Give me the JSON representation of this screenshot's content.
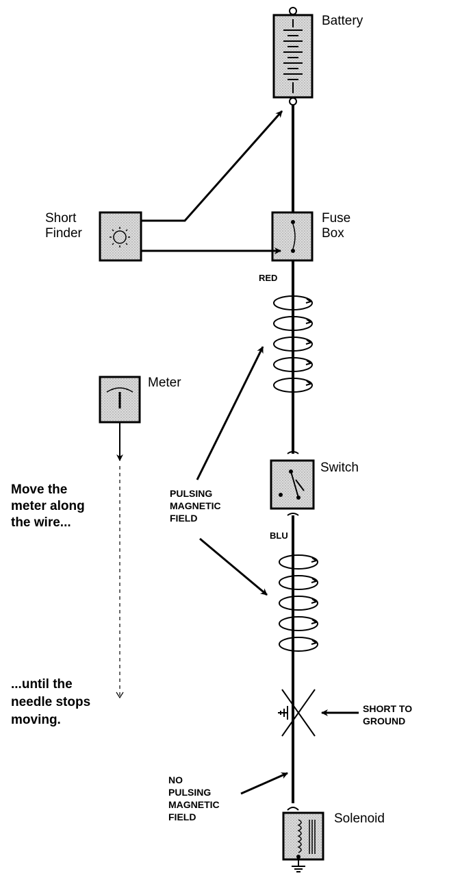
{
  "components": {
    "battery": "Battery",
    "short_finder_line1": "Short",
    "short_finder_line2": "Finder",
    "fuse_box_line1": "Fuse",
    "fuse_box_line2": "Box",
    "meter": "Meter",
    "switch": "Switch",
    "solenoid": "Solenoid"
  },
  "wires": {
    "red": "RED",
    "blu": "BLU"
  },
  "annotations": {
    "pulsing_line1": "PULSING",
    "pulsing_line2": "MAGNETIC",
    "pulsing_line3": "FIELD",
    "no_pulsing_line1": "NO",
    "no_pulsing_line2": "PULSING",
    "no_pulsing_line3": "MAGNETIC",
    "no_pulsing_line4": "FIELD",
    "short_line1": "SHORT TO",
    "short_line2": "GROUND"
  },
  "instructions": {
    "move_line1": "Move the",
    "move_line2": "meter along",
    "move_line3": "the wire...",
    "until_line1": "...until the",
    "until_line2": "needle stops",
    "until_line3": "moving."
  },
  "colors": {
    "ink": "#000000",
    "box_fill": "#d9d9d9"
  }
}
